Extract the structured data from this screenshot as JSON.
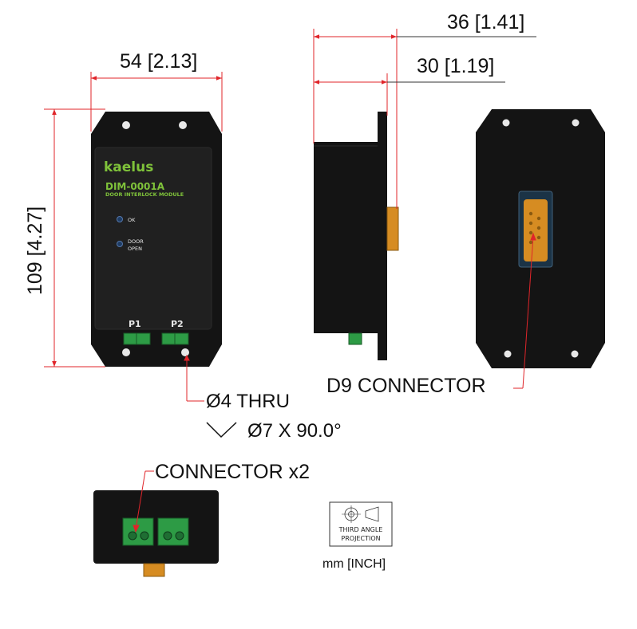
{
  "dimensions": {
    "width_front": "54 [2.13]",
    "height_front": "109 [4.27]",
    "depth_total": "36 [1.41]",
    "depth_body": "30 [1.19]"
  },
  "callouts": {
    "hole": "Ø4 THRU",
    "countersink": "Ø7 X 90.0°",
    "d9": "D9 CONNECTOR",
    "connector": "CONNECTOR x2"
  },
  "device": {
    "brand": "kaelus",
    "model": "DIM-0001A",
    "subtitle": "DOOR INTERLOCK MODULE",
    "led_ok": "OK",
    "led_door_1": "DOOR",
    "led_door_2": "OPEN",
    "port_1": "P1",
    "port_2": "P2"
  },
  "projection_symbol": {
    "line1": "THIRD ANGLE",
    "line2": "PROJECTION"
  },
  "units": "mm [INCH]",
  "colors": {
    "dimension_line": "#e0252a",
    "body": "#141414",
    "brand_green": "#7fc23a",
    "connector_green": "#2d9b45",
    "d9_gold": "#d68c22"
  }
}
